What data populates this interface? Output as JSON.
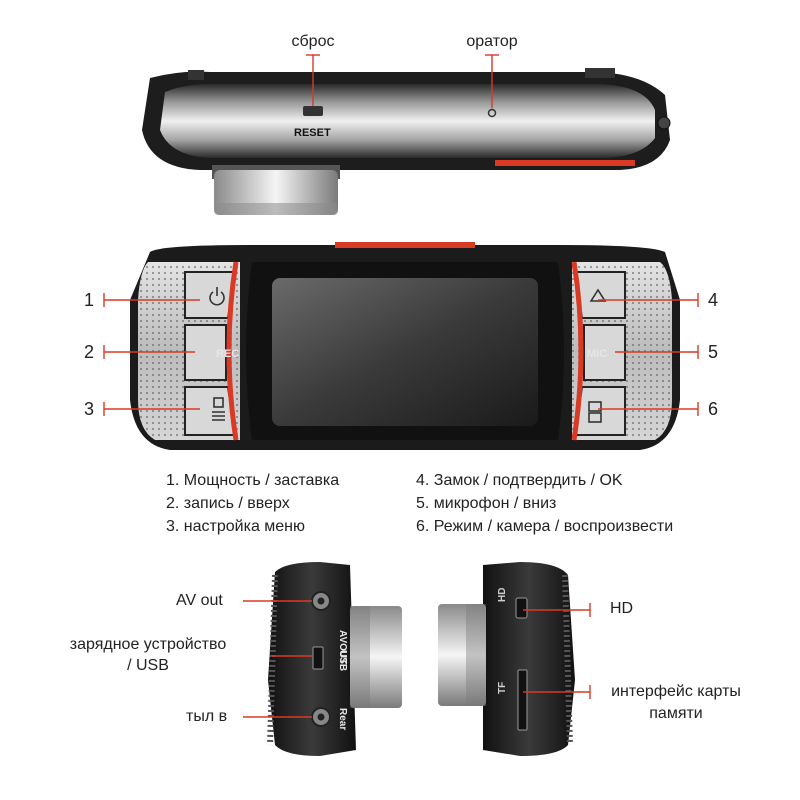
{
  "colors": {
    "accent": "#d83a25",
    "body_dark": "#1c1c1c",
    "metal": "#b8b8b8"
  },
  "top_view": {
    "reset_label": "сброс",
    "speaker_label": "оратор",
    "reset_engraving": "RESET"
  },
  "front_view": {
    "markers": {
      "m1": "1",
      "m2": "2",
      "m3": "3",
      "m4": "4",
      "m5": "5",
      "m6": "6"
    },
    "button_rec": "REC",
    "button_mic": "MIC"
  },
  "legend": {
    "l1": "1. Мощность / заставка",
    "l2": "2. запись / вверх",
    "l3": "3. настройка меню",
    "l4": "4. Замок / подтвердить / OK",
    "l5": "5. микрофон / вниз",
    "l6": "6. Режим / камера / воспроизвести"
  },
  "left_side": {
    "av_out": "AV out",
    "charger_line1": "зарядное устройство",
    "charger_line2": "/ USB",
    "rear": "тыл в",
    "engr_avout": "AVOUT",
    "engr_usb": "USB",
    "engr_rear": "Rear"
  },
  "right_side": {
    "hd": "HD",
    "card_line1": "интерфейс карты",
    "card_line2": "памяти",
    "engr_hd": "HD",
    "engr_tf": "TF"
  }
}
